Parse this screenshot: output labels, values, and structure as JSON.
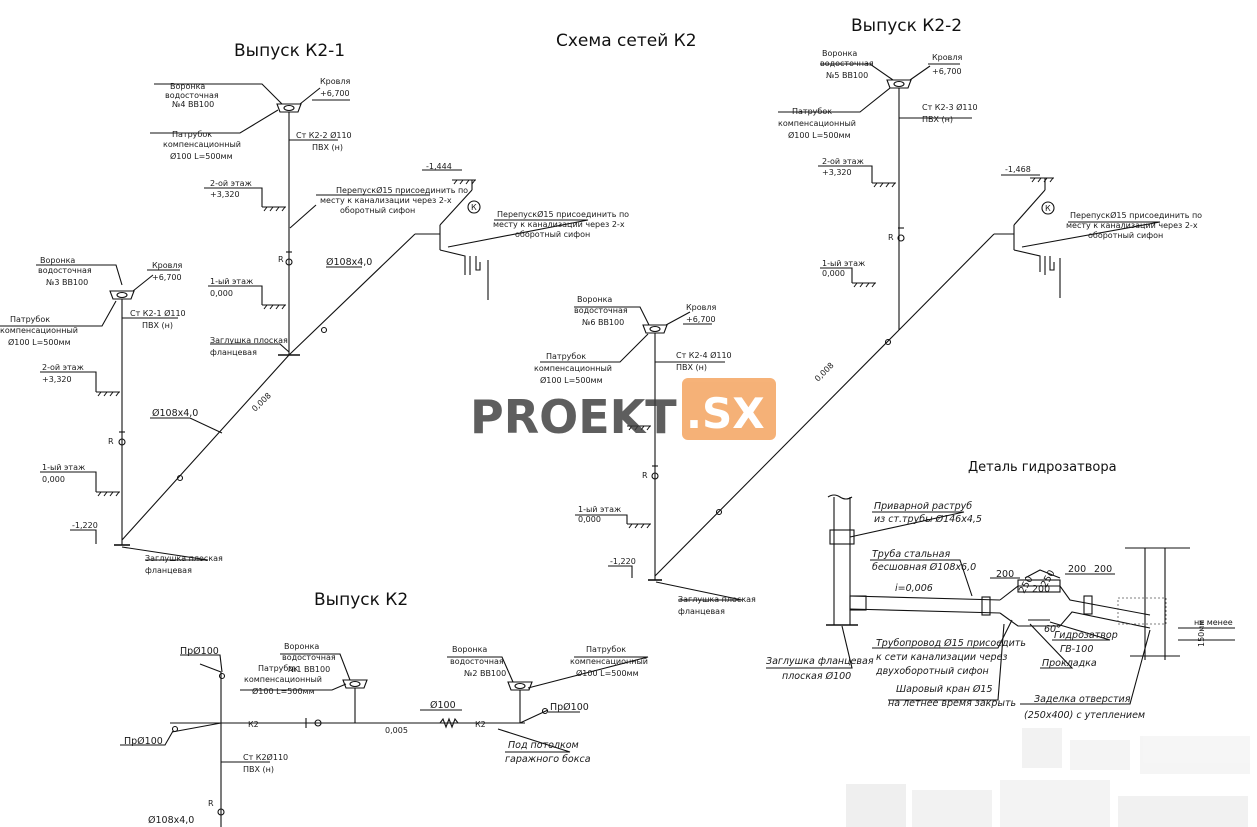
{
  "titles": {
    "main": "Схема сетей К2",
    "k21": "Выпуск К2-1",
    "k22": "Выпуск К2-2",
    "k2": "Выпуск К2",
    "detail": "Деталь гидрозатвора"
  },
  "common": {
    "funnel": "Воронка",
    "funnel2": "водосточная",
    "roof": "Кровля",
    "roof_level": "+6,700",
    "pipe1": "Патрубок",
    "pipe2": "компенсационный",
    "pipe3": "Ø100 L=500мм",
    "pvc": "ПВХ (н)",
    "floor2": "2-ой этаж",
    "floor2_level": "+3,320",
    "floor1": "1-ый этаж",
    "floor1_level": "0,000",
    "plug1": "Заглушка плоская",
    "plug2": "фланцевая",
    "r": "R",
    "k": "К",
    "bypass1": "ПерепускØ15 присоединить по",
    "bypass2": "месту к канализации через 2-х",
    "bypass3": "оборотный сифон",
    "slope": "0,008",
    "d108": "Ø108х4,0",
    "slope_k2": "0,005"
  },
  "k21": {
    "f4": "№4  ВВ100",
    "f3": "№3  ВВ100",
    "st22": "Ст К2-2 Ø110",
    "st21": "Ст К2-1 Ø110",
    "lvl_top": "-1,444",
    "lvl_bot": "-1,220"
  },
  "k22": {
    "f5": "№5  ВВ100",
    "f6": "№6  ВВ100",
    "st23": "Ст К2-3 Ø110",
    "st24": "Ст К2-4 Ø110",
    "lvl_top": "-1,468",
    "lvl_bot": "-1,220"
  },
  "k2": {
    "f1": "№1  ВВ100",
    "f2": "№2  ВВ100",
    "pr": "ПрØ100",
    "st": "Ст К2Ø110",
    "d100": "Ø100",
    "k2": "К2",
    "ceiling1": "Под потолком",
    "ceiling2": "гаражного бокса"
  },
  "detail": {
    "weld1": "Приварной раструб",
    "weld2": "из ст.трубы Ø146х4,5",
    "steel1": "Труба стальная",
    "steel2": "бесшовная Ø108х6,0",
    "slope": "i=0,006",
    "d200": "200",
    "d250": "250",
    "a60": "60°",
    "tube1": "Трубопровод Ø15 присоедить",
    "tube2": "к сети канализации через",
    "tube3": "двухоборотный сифон",
    "valve1": "Шаровый кран Ø15",
    "valve2": "на летнее время закрыть",
    "trap1": "Гидрозатвор",
    "trap2": "ГВ-100",
    "gasket": "Прокладка",
    "plug1": "Заглушка фланцевая",
    "plug2": "плоская Ø100",
    "seal1": "Заделка отверстия",
    "seal2": "(250х400) с утеплением",
    "min1": "не менее",
    "min2": "150мм"
  },
  "watermark": {
    "left": "PROEKT",
    "right": ".SX"
  }
}
